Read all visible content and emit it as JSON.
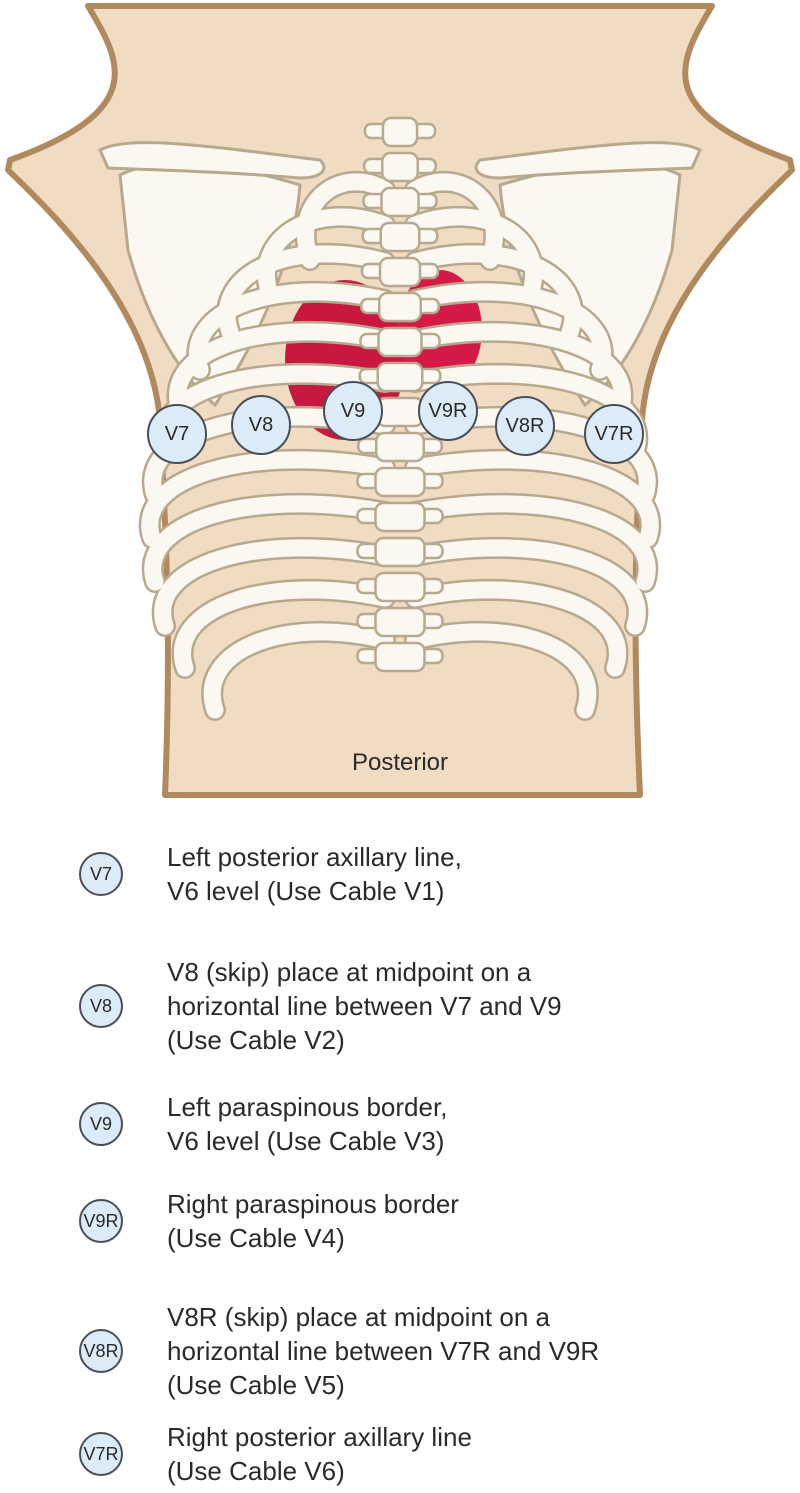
{
  "figure": {
    "view_label": "Posterior",
    "electrodes": [
      {
        "id": "v7",
        "label": "V7"
      },
      {
        "id": "v8",
        "label": "V8"
      },
      {
        "id": "v9",
        "label": "V9"
      },
      {
        "id": "v9r",
        "label": "V9R"
      },
      {
        "id": "v8r",
        "label": "V8R"
      },
      {
        "id": "v7r",
        "label": "V7R"
      }
    ],
    "colors": {
      "skin": "#efdcc2",
      "skin_outline": "#b08a5e",
      "bone": "#fbf8f2",
      "bone_outline": "#b7a88e",
      "heart": "#c8183f",
      "electrode_fill": "#dcebf8",
      "electrode_stroke": "#4a4f57"
    }
  },
  "legend": [
    {
      "badge": "V7",
      "text": "Left posterior axillary line,\nV6 level (Use Cable V1)"
    },
    {
      "badge": "V8",
      "text": "V8 (skip) place at midpoint on a\nhorizontal line between V7 and V9\n(Use Cable V2)"
    },
    {
      "badge": "V9",
      "text": "Left paraspinous border,\nV6 level (Use Cable V3)"
    },
    {
      "badge": "V9R",
      "text": "Right paraspinous border\n(Use Cable V4)"
    },
    {
      "badge": "V8R",
      "text": "V8R (skip) place at midpoint on a\nhorizontal line between V7R and V9R\n(Use Cable V5)"
    },
    {
      "badge": "V7R",
      "text": "Right posterior axillary line\n(Use Cable V6)"
    }
  ]
}
